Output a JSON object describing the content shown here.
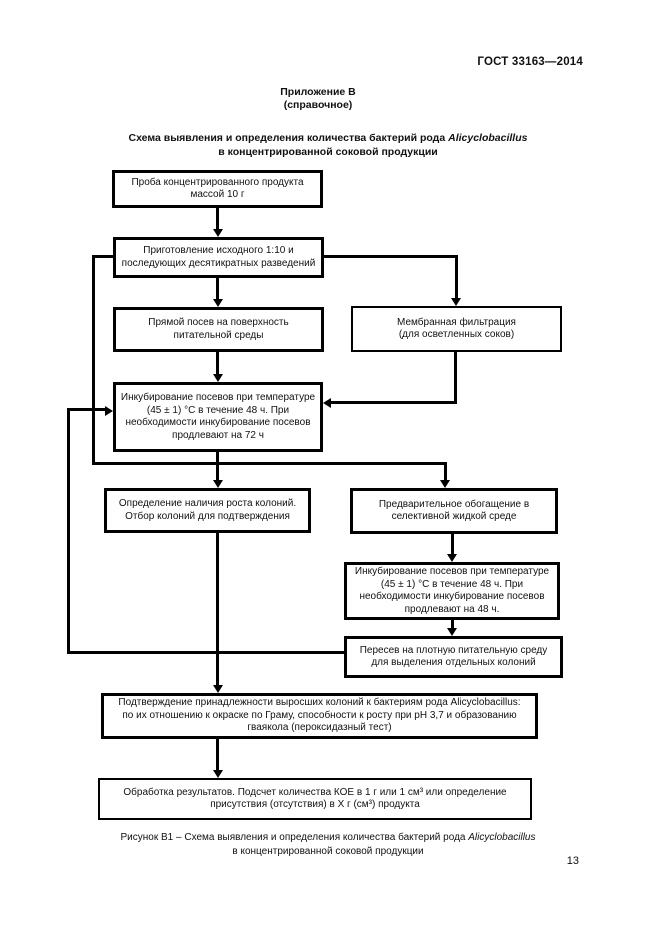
{
  "header": {
    "doc_number": "ГОСТ 33163—2014"
  },
  "appendix": {
    "label": "Приложение В",
    "note": "(справочное)"
  },
  "title": {
    "line1_prefix": "Схема выявления и определения количества бактерий рода ",
    "line1_italic": "Alicyclobacillus",
    "line2": "в концентрированной соковой продукции"
  },
  "flowchart": {
    "boxes": [
      {
        "name": "sample",
        "text": "Проба концентрированного продукта\nмассой 10 г"
      },
      {
        "name": "dilutions",
        "text": "Приготовление исходного 1:10 и\nпоследующих десятикратных разведений"
      },
      {
        "name": "direct-plating",
        "text": "Прямой посев на поверхность\nпитательной среды"
      },
      {
        "name": "membrane-filtration",
        "text": "Мембранная фильтрация\n(для осветленных соков)"
      },
      {
        "name": "incubation-72h",
        "text": "Инкубирование посевов при температуре\n(45 ± 1) °С в течение 48 ч. При\nнеобходимости инкубирование посевов\nпродлевают на 72 ч"
      },
      {
        "name": "colony-growth-check",
        "text": "Определение наличия роста колоний.\nОтбор колоний для подтверждения"
      },
      {
        "name": "pre-enrichment",
        "text": "Предварительное обогащение в\nселективной жидкой среде"
      },
      {
        "name": "incubation-48h",
        "text": "Инкубирование посевов при температуре\n(45 ± 1) °С в течение 48 ч. При\nнеобходимости инкубирование посевов\nпродлевают на 48 ч."
      },
      {
        "name": "replating",
        "text": "Пересев на плотную питательную среду\nдля выделения отдельных колоний"
      },
      {
        "name": "confirmation",
        "text": "Подтверждение принадлежности выросших колоний к бактериям рода Alicyclobacillus:\nпо их отношению к окраске по Граму, способности к росту при pH 3,7 и образованию\nгваякола (пероксидазный тест)"
      },
      {
        "name": "results-processing",
        "text": "Обработка результатов. Подсчет количества КОЕ в 1 г или 1 см³ или определение\nприсутствия (отсутствия) в Х г (см³) продукта"
      }
    ]
  },
  "caption": {
    "line1_prefix": "Рисунок В1 – Схема выявления и определения количества бактерий рода ",
    "line1_italic": "Alicyclobacillus",
    "line2": "в концентрированной соковой продукции"
  },
  "footer": {
    "page_number": "13"
  },
  "colors": {
    "text": "#111111",
    "line": "#000000",
    "background": "#ffffff"
  }
}
